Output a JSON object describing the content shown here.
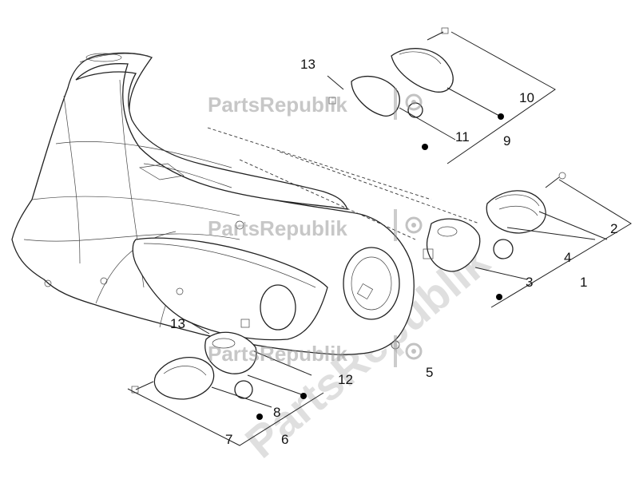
{
  "watermark": {
    "brand": "PartsRepublik",
    "diagonal": "PartsRepublik"
  },
  "callouts": {
    "c1": "1",
    "c2": "2",
    "c3": "3",
    "c4": "4",
    "c5": "5",
    "c6": "6",
    "c7": "7",
    "c8": "8",
    "c9": "9",
    "c10": "10",
    "c11": "11",
    "c12": "12",
    "c13a": "13",
    "c13b": "13"
  }
}
